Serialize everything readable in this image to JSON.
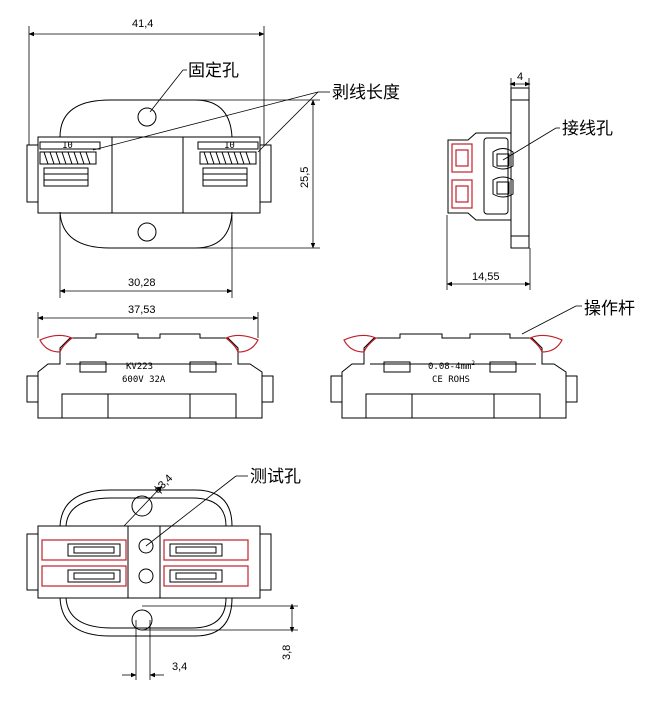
{
  "colors": {
    "line": "#000000",
    "lever": "#c0202a",
    "background": "#ffffff"
  },
  "callouts": {
    "fixing_hole": "固定孔",
    "strip_length": "剥线长度",
    "wire_hole": "接线孔",
    "lever": "操作杆",
    "test_hole": "测试孔"
  },
  "dimensions": {
    "overall_width": "41,4",
    "body_height": "25,5",
    "base_width": "30,28",
    "side_depth": "4",
    "side_width": "14,55",
    "lever_span": "37,53",
    "test_hole_dia": "ϕ3,4",
    "hole_offset": "3,8",
    "hole_width": "3,4"
  },
  "markings": {
    "model": "KV223",
    "rating": "600V  32A",
    "wire_range_prefix": "0.08-4mm",
    "wire_range_sup": "2",
    "certs": "CE  ROHS",
    "strip_gauge_left": "10",
    "strip_gauge_right": "10"
  }
}
